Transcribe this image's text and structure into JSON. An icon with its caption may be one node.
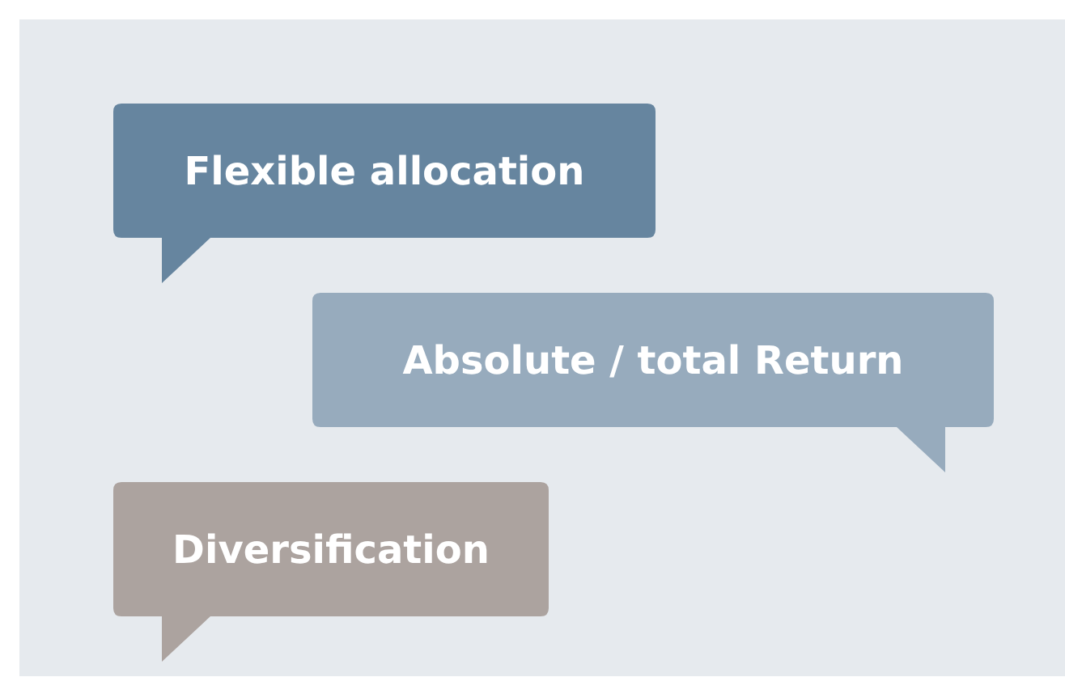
{
  "diagram": {
    "nodes": [
      {
        "text": [
          "Flexible allocation"
        ]
      },
      {
        "text": [
          "Absolute / total Return"
        ]
      },
      {
        "text": [
          "Diversification"
        ]
      }
    ]
  }
}
